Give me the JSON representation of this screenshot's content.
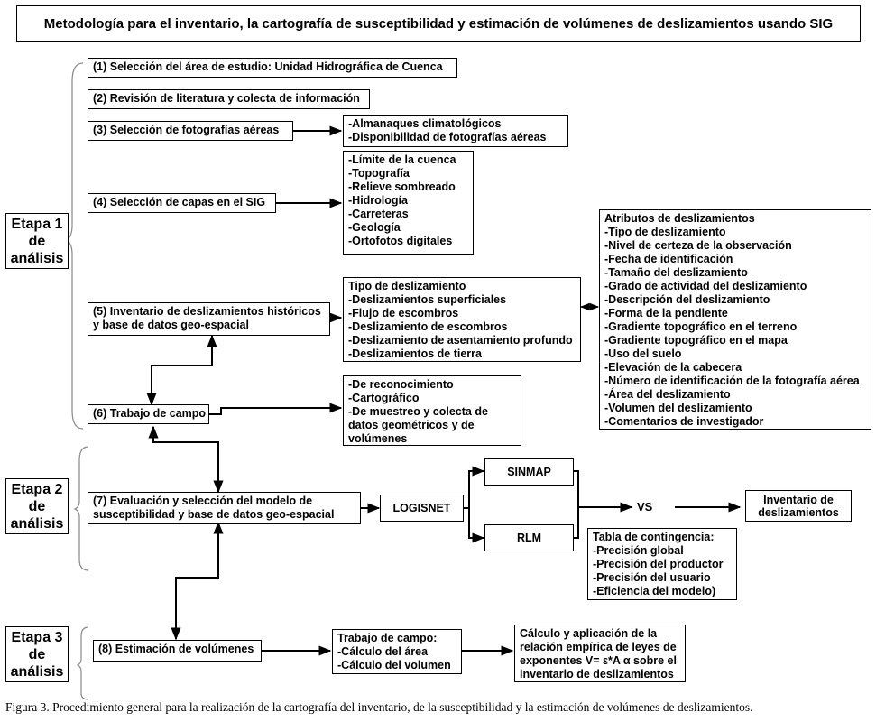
{
  "title": "Metodología para el inventario, la cartografía de susceptibilidad y estimación de volúmenes de deslizamientos usando SIG",
  "stages": {
    "s1": [
      "Etapa 1",
      "de",
      "análisis"
    ],
    "s2": [
      "Etapa 2",
      "de",
      "análisis"
    ],
    "s3": [
      "Etapa 3",
      "de",
      "análisis"
    ]
  },
  "steps": {
    "s1": "(1) Selección del área de estudio: Unidad  Hidrográfica de Cuenca",
    "s2": "(2) Revisión de literatura y colecta de información",
    "s3": "(3)   Selección de fotografías aéreas",
    "s4": "(4) Selección de capas en el SIG",
    "s5": [
      "(5)  Inventario de deslizamientos históricos",
      "y base de datos geo-espacial"
    ],
    "s6": "(6) Trabajo de campo",
    "s7": [
      "(7)  Evaluación y selección del modelo de",
      "susceptibilidad y base de datos geo-espacial"
    ],
    "s8": "(8) Estimación de volúmenes"
  },
  "lists": {
    "clima": [
      "-Almanaques climatológicos",
      "-Disponibilidad de fotografías aéreas"
    ],
    "capas": [
      "-Límite de la cuenca",
      "-Topografía",
      "-Relieve sombreado",
      "-Hidrología",
      "-Carreteras",
      "-Geología",
      "-Ortofotos digitales"
    ],
    "tipo": [
      "Tipo de deslizamiento",
      "-Deslizamientos superficiales",
      "-Flujo de escombros",
      "-Deslizamiento de escombros",
      "-Deslizamiento de asentamiento profundo",
      "-Deslizamientos de tierra"
    ],
    "campo": [
      "-De reconocimiento",
      "-Cartográfico",
      "-De muestreo y colecta de",
      "datos  geométricos y de",
      "volúmenes"
    ],
    "atributos": [
      "Atributos de deslizamientos",
      "-Tipo de deslizamiento",
      "-Nivel de certeza de la observación",
      "-Fecha de identificación",
      "-Tamaño del deslizamiento",
      "-Grado de actividad del deslizamiento",
      "-Descripción del deslizamiento",
      "-Forma de la pendiente",
      "-Gradiente topográfico en el terreno",
      "-Gradiente topográfico en el mapa",
      "-Uso del suelo",
      "-Elevación de la cabecera",
      "-Número de identificación de la fotografía aérea",
      "-Área del deslizamiento",
      "-Volumen del deslizamiento",
      "-Comentarios de investigador"
    ],
    "contingencia": [
      "Tabla de contingencia:",
      "-Precisión global",
      "-Precisión del productor",
      "-Precisión del usuario",
      "-Eficiencia del modelo)"
    ],
    "volumen": [
      "Trabajo de campo:",
      "-Cálculo del área",
      "-Cálculo del volumen"
    ],
    "relacion": [
      "Cálculo y aplicación de la",
      "relación empírica de leyes de",
      "exponentes V= ε*A α sobre el",
      "inventario de deslizamientos"
    ]
  },
  "models": {
    "logisnet": "LOGISNET",
    "sinmap": "SINMAP",
    "rlm": "RLM",
    "vs": "VS",
    "inventario": [
      "Inventario de",
      "deslizamientos"
    ]
  },
  "caption": "Figura 3. Procedimiento general para la realización de la cartografía del inventario, de la susceptibilidad y la estimación de volúmenes de deslizamientos."
}
